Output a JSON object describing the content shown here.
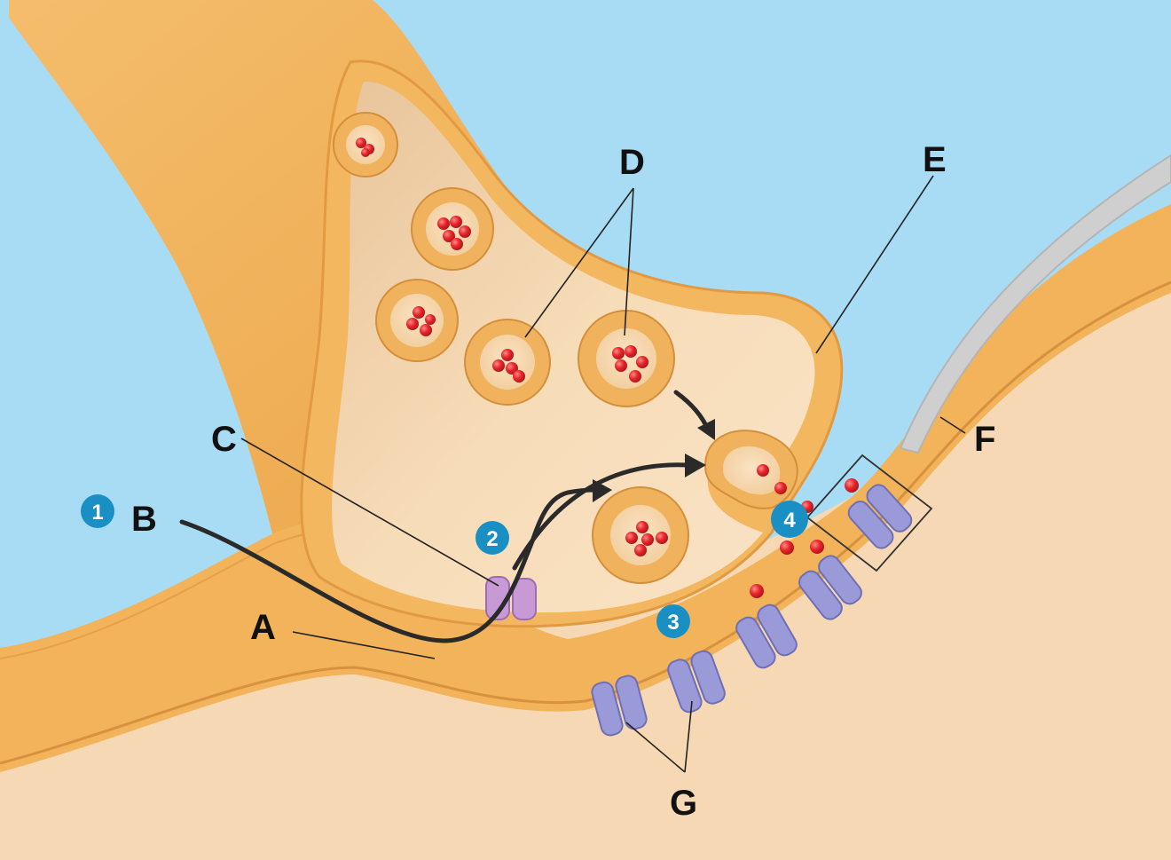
{
  "colors": {
    "background": "#a8dcf5",
    "neuron_membrane": "#f3b760",
    "neuron_dark": "#e8a24a",
    "cytoplasm": "#f6d9b4",
    "postsynaptic": "#fbe1c2",
    "vesicle_ring": "#f0b25c",
    "neurotransmitter": "#e8262b",
    "receptor": "#9a9ad8",
    "calcium_channel": "#c79ad6",
    "step_badge": "#1a8fc4",
    "glia": "#cfcfcf"
  },
  "labels": {
    "A": "A",
    "B": "B",
    "C": "C",
    "D": "D",
    "E": "E",
    "F": "F",
    "G": "G"
  },
  "steps": [
    "1",
    "2",
    "3",
    "4"
  ]
}
